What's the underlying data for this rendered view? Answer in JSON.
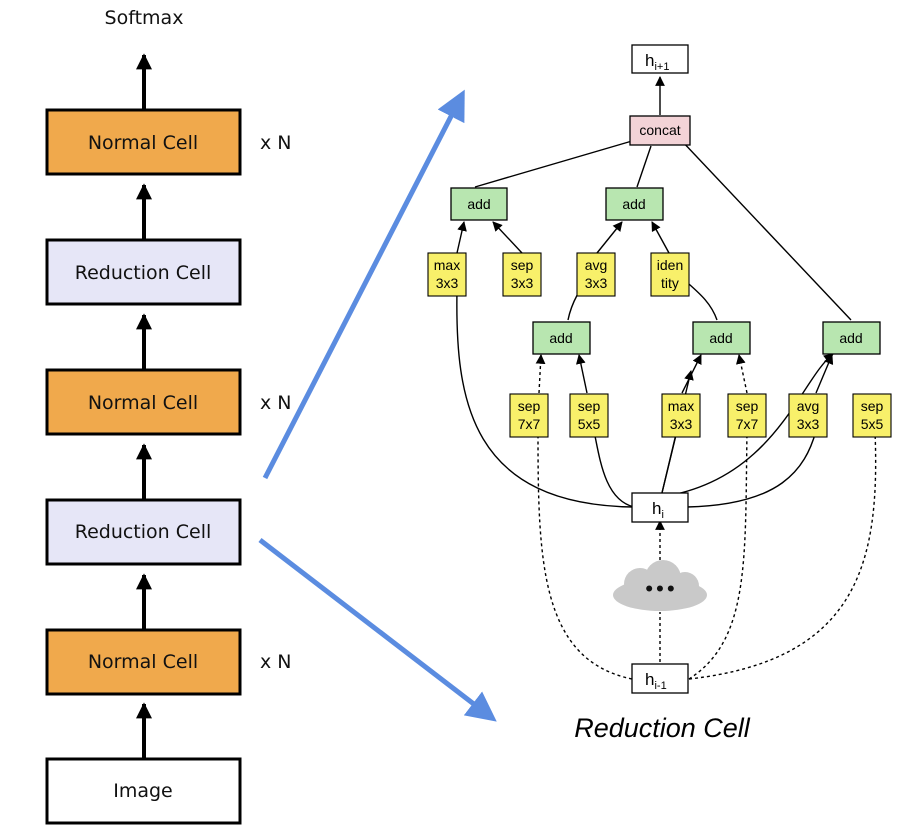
{
  "stack": {
    "softmax": "Softmax",
    "cells": [
      {
        "label": "Normal Cell",
        "kind": "normal",
        "repeat": "x N"
      },
      {
        "label": "Reduction Cell",
        "kind": "reduction",
        "repeat": ""
      },
      {
        "label": "Normal Cell",
        "kind": "normal",
        "repeat": "x N"
      },
      {
        "label": "Reduction Cell",
        "kind": "reduction",
        "repeat": ""
      },
      {
        "label": "Normal Cell",
        "kind": "normal",
        "repeat": "x N"
      }
    ],
    "input": "Image"
  },
  "cell": {
    "title": "Reduction Cell",
    "output": {
      "base": "h",
      "sub": "i+1"
    },
    "concat": "concat",
    "hi": {
      "base": "h",
      "sub": "i"
    },
    "hprev": {
      "base": "h",
      "sub": "i-1"
    },
    "adds": [
      "add",
      "add",
      "add",
      "add",
      "add"
    ],
    "ops": [
      {
        "l1": "max",
        "l2": "3x3"
      },
      {
        "l1": "sep",
        "l2": "3x3"
      },
      {
        "l1": "avg",
        "l2": "3x3"
      },
      {
        "l1": "iden",
        "l2": "tity"
      },
      {
        "l1": "sep",
        "l2": "7x7"
      },
      {
        "l1": "sep",
        "l2": "5x5"
      },
      {
        "l1": "max",
        "l2": "3x3"
      },
      {
        "l1": "sep",
        "l2": "7x7"
      },
      {
        "l1": "avg",
        "l2": "3x3"
      },
      {
        "l1": "sep",
        "l2": "5x5"
      }
    ],
    "ellipsis": "•••"
  },
  "colors": {
    "normal": "#f0a94c",
    "reduction": "#e6e6f7",
    "op": "#f8f06a",
    "add": "#b8e6b0",
    "concat": "#f3d3d7",
    "arrow": "#5b8ce0",
    "cloud": "#c9c9c9"
  }
}
